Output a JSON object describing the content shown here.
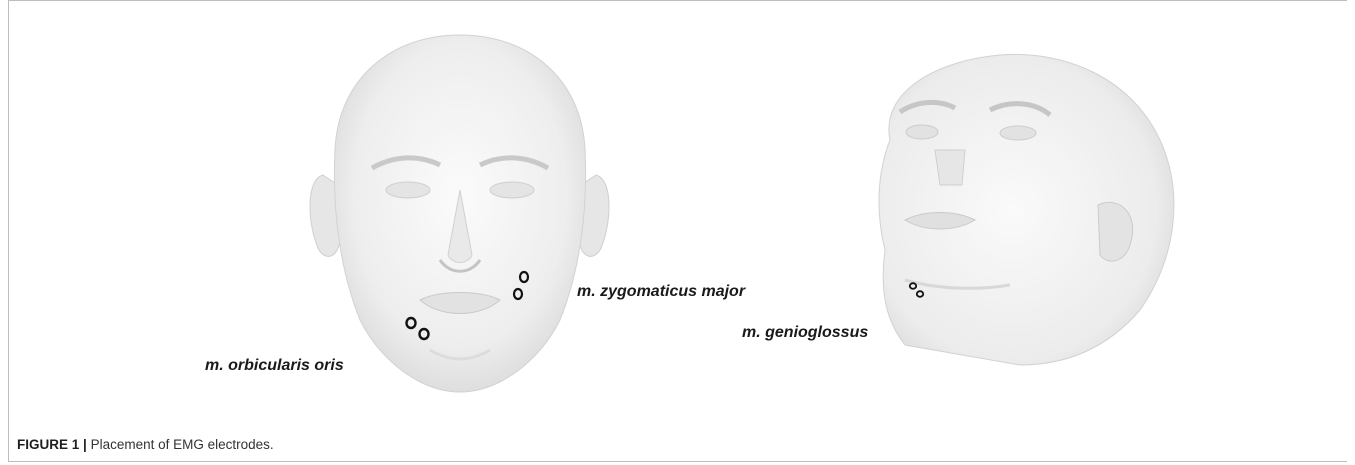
{
  "labels": {
    "zygomaticus": "m. zygomaticus major",
    "genioglossus": "m. genioglossus",
    "orbicularis": "m. orbicularis oris"
  },
  "caption": {
    "figure": "FIGURE 1 |",
    "text": "Placement of EMG electrodes."
  },
  "colors": {
    "head": "#f0f0f0",
    "head_shadow": "#d6d6d6",
    "electrode": "#111111"
  }
}
